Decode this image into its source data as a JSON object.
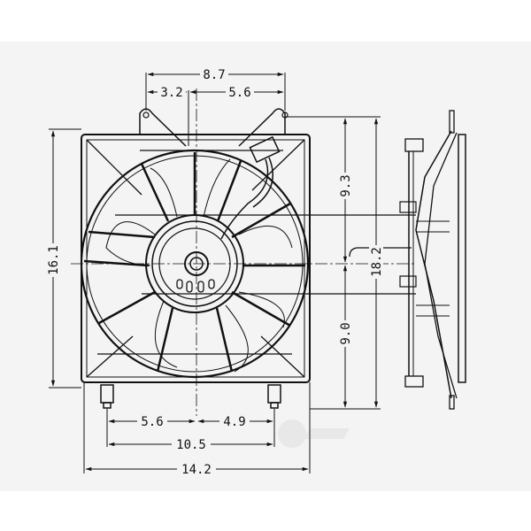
{
  "drawing": {
    "subject": "Radiator cooling fan assembly",
    "background_color": "#f4f4f4",
    "line_color": "#111111",
    "views": [
      "front-view",
      "side-view"
    ],
    "watermark": "logo"
  },
  "dimensions": {
    "top_overall": "8.7",
    "top_left": "3.2",
    "top_right": "5.6",
    "left_height": "16.1",
    "right_upper": "9.3",
    "right_lower": "9.0",
    "right_overall": "18.2",
    "bottom_left": "5.6",
    "bottom_right": "4.9",
    "bottom_mounts": "10.5",
    "bottom_overall": "14.2"
  }
}
